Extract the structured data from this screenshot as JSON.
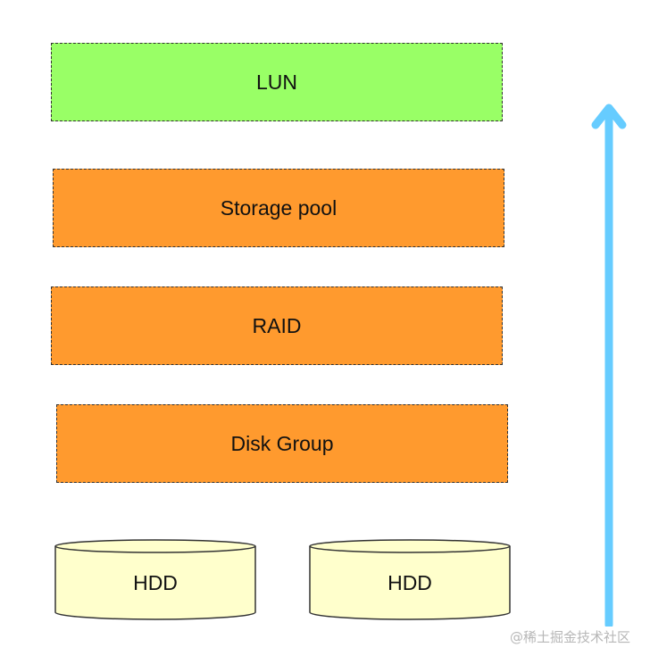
{
  "diagram": {
    "layers": [
      {
        "label": "LUN",
        "color": "#99ff66"
      },
      {
        "label": "Storage pool",
        "color": "#ff9a2e"
      },
      {
        "label": "RAID",
        "color": "#ff9a2e"
      },
      {
        "label": "Disk Group",
        "color": "#ff9a2e"
      }
    ],
    "disks": [
      {
        "label": "HDD",
        "color": "#ffffcc"
      },
      {
        "label": "HDD",
        "color": "#ffffcc"
      }
    ],
    "arrow": {
      "direction": "up",
      "color": "#66ccff"
    }
  },
  "watermark": "@稀土掘金技术社区"
}
